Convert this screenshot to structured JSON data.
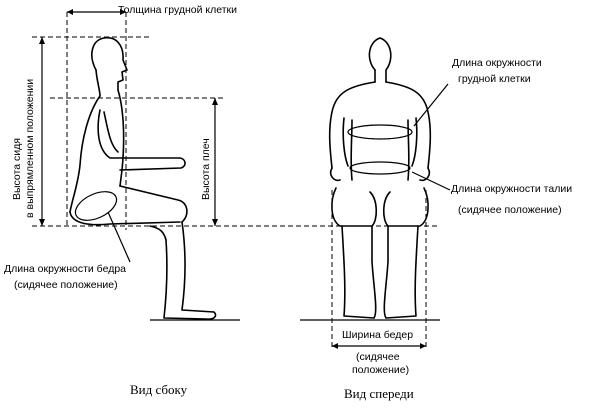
{
  "labels": {
    "chest_depth": "Толщина грудной клетки",
    "sitting_height_line1": "Высота сидя",
    "sitting_height_line2": "в выпрямленном положении",
    "shoulder_height": "Высота плеч",
    "thigh_circ_line1": "Длина окружности бедра",
    "thigh_circ_line2": "(сидячее положение)",
    "chest_circ_line1": "Длина окружности",
    "chest_circ_line2": "грудной клетки",
    "waist_circ_line1": "Длина окружности талии",
    "waist_circ_line2": "(сидячее положение)",
    "hip_width_line1": "Ширина бедер",
    "hip_width_line2": "(сидячее",
    "hip_width_line3": "положение)"
  },
  "captions": {
    "side_view": "Вид сбоку",
    "front_view": "Вид спереди"
  }
}
